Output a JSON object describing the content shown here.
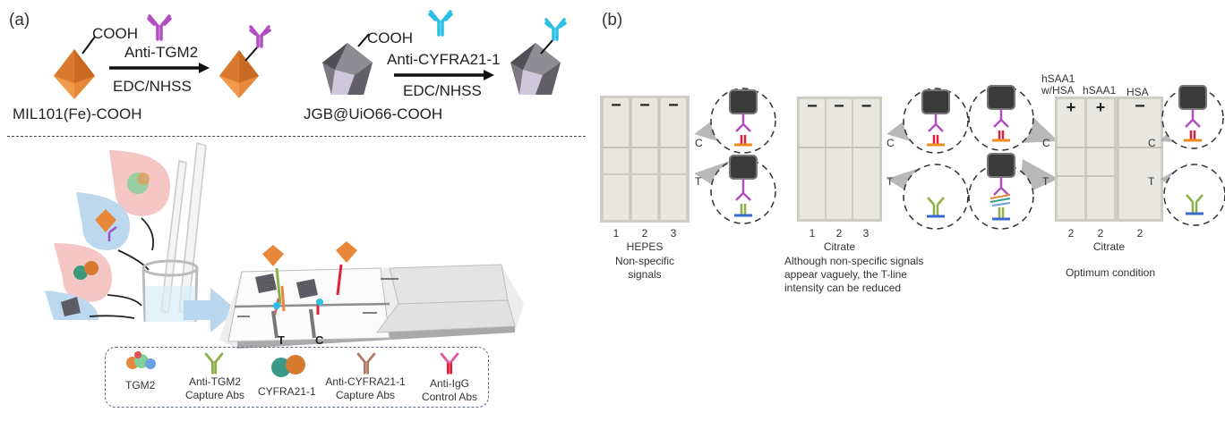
{
  "panel_a": {
    "label": "(a)",
    "reaction_1": {
      "reagent_group": "COOH",
      "antibody": "Anti-TGM2",
      "conditions": "EDC/NHSS",
      "material": "MIL101(Fe)-COOH",
      "antibody_color": "#b24fc0",
      "particle_color": "#e8873a"
    },
    "reaction_2": {
      "reagent_group": "COOH",
      "antibody": "Anti-CYFRA21-1",
      "conditions": "EDC/NHSS",
      "material": "JGB@UiO66-COOH",
      "antibody_color": "#2bbfe6",
      "particle_color": "#6b6b70"
    },
    "strip_labels": {
      "test": "T",
      "control": "C"
    },
    "legend": [
      {
        "name": "TGM2",
        "line2": ""
      },
      {
        "name": "Anti-TGM2",
        "line2": "Capture Abs",
        "color": "#8cb04a"
      },
      {
        "name": "CYFRA21-1",
        "line2": ""
      },
      {
        "name": "Anti-CYFRA21-1",
        "line2": "Capture Abs",
        "color": "#b07a66"
      },
      {
        "name": "Anti-IgG",
        "line2": "Control Abs",
        "color": "#e0203a"
      }
    ]
  },
  "panel_b": {
    "label": "(b)",
    "groups": [
      {
        "strip_marks": [
          "−",
          "−",
          "−"
        ],
        "lane_numbers": [
          "1",
          "2",
          "3"
        ],
        "buffer": "HEPES",
        "caption": [
          "Non-specific",
          "signals"
        ],
        "zoom_c": "C",
        "zoom_t": "T"
      },
      {
        "strip_marks": [
          "−",
          "−",
          "−"
        ],
        "lane_numbers": [
          "1",
          "2",
          "3"
        ],
        "buffer": "Citrate",
        "caption": [
          "Although non-specific signals",
          "appear vaguely, the T-line",
          "intensity can be reduced"
        ],
        "zoom_c": "C",
        "zoom_t": "T"
      },
      {
        "column_headers": [
          "hSAA1\nw/HSA",
          "hSAA1",
          "HSA"
        ],
        "column_header_1a": "hSAA1",
        "column_header_1b": "w/HSA",
        "strip_marks": [
          "+",
          "+",
          "−"
        ],
        "lane_numbers": [
          "2",
          "2",
          "2"
        ],
        "buffer": "Citrate",
        "caption": [
          "Optimum condition"
        ],
        "zoom_c": "C",
        "zoom_t": "T"
      }
    ]
  }
}
